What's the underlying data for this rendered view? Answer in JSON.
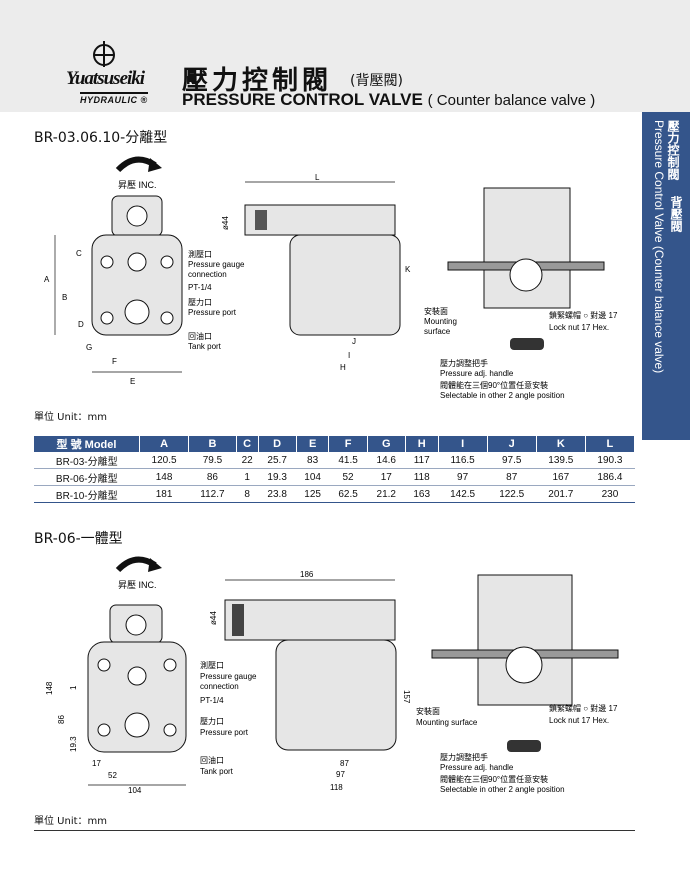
{
  "brand": {
    "name": "Yuatsuseiki",
    "sub": "HYDRAULIC ®"
  },
  "title": {
    "cn": "壓力控制閥",
    "cn_sub": "(背壓閥)",
    "en": "PRESSURE CONTROL VALVE",
    "en_sub": "( Counter balance valve )"
  },
  "side_tab": {
    "cn1": "壓力控制閥",
    "cn2": "背壓閥",
    "en": "Pressure Control Valve (Counter balance valve)"
  },
  "section1": {
    "title": "BR-03.06.10-分離型",
    "inc": "昇壓 INC.",
    "labels": {
      "gauge_cn": "測壓口",
      "gauge_en1": "Pressure gauge",
      "gauge_en2": "connection",
      "pt": "PT-1/4",
      "pport_cn": "壓力口",
      "pport_en": "Pressure port",
      "tank_cn": "回油口",
      "tank_en": "Tank port",
      "mount_cn": "安裝面",
      "mount_en1": "Mounting",
      "mount_en2": "surface",
      "lock_cn": "鎖緊螺帽 ○ 對邊 17",
      "lock_en": "Lock nut 17 Hex.",
      "handle_cn": "壓力調整把手",
      "handle_en": "Pressure adj. handle",
      "select_cn": "閥體能在三個90°位置任意安裝",
      "select_en": "Selectable in other 2 angle position"
    },
    "dims": {
      "A": "A",
      "B": "B",
      "C": "C",
      "D": "D",
      "E": "E",
      "F": "F",
      "G": "G",
      "H": "H",
      "I": "I",
      "J": "J",
      "K": "K",
      "L": "L",
      "phi": "ø44"
    },
    "unit": "單位 Unit：mm"
  },
  "table": {
    "headers": [
      "型 號 Model",
      "A",
      "B",
      "C",
      "D",
      "E",
      "F",
      "G",
      "H",
      "I",
      "J",
      "K",
      "L"
    ],
    "rows": [
      [
        "BR-03-分離型",
        "120.5",
        "79.5",
        "22",
        "25.7",
        "83",
        "41.5",
        "14.6",
        "117",
        "116.5",
        "97.5",
        "139.5",
        "190.3"
      ],
      [
        "BR-06-分離型",
        "148",
        "86",
        "1",
        "19.3",
        "104",
        "52",
        "17",
        "118",
        "97",
        "87",
        "167",
        "186.4"
      ],
      [
        "BR-10-分離型",
        "181",
        "112.7",
        "8",
        "23.8",
        "125",
        "62.5",
        "21.2",
        "163",
        "142.5",
        "122.5",
        "201.7",
        "230"
      ]
    ]
  },
  "section2": {
    "title": "BR-06-一體型",
    "inc": "昇壓 INC.",
    "labels": {
      "gauge_cn": "測壓口",
      "gauge_en1": "Pressure gauge",
      "gauge_en2": "connection",
      "pt": "PT-1/4",
      "pport_cn": "壓力口",
      "pport_en": "Pressure port",
      "tank_cn": "回油口",
      "tank_en": "Tank port",
      "mount_cn": "安裝面",
      "mount_en": "Mounting surface",
      "lock_cn": "鎖緊螺帽 ○ 對邊 17",
      "lock_en": "Lock nut 17 Hex.",
      "handle_cn": "壓力調整把手",
      "handle_en": "Pressure adj. handle",
      "select_cn": "閥體能在三個90°位置任意安裝",
      "select_en": "Selectable in other 2 angle position"
    },
    "dims": {
      "d148": "148",
      "d1": "1",
      "d86": "86",
      "d193": "19.3",
      "d17": "17",
      "d52": "52",
      "d104": "104",
      "d186": "186",
      "phi": "ø44",
      "d157": "157",
      "d87": "87",
      "d97": "97",
      "d118": "118"
    },
    "unit": "單位 Unit：mm"
  }
}
